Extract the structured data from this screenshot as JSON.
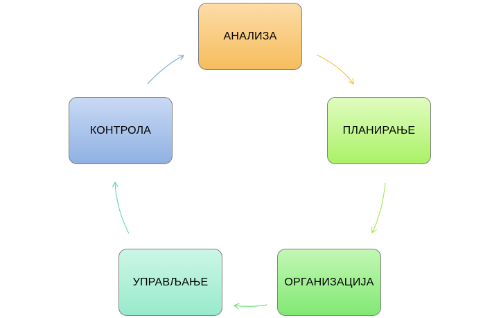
{
  "nodes": [
    {
      "id": "analysis",
      "label": "АНАЛИЗА",
      "gradient": [
        "#fcdca8",
        "#f6bd5c"
      ]
    },
    {
      "id": "planning",
      "label": "ПЛАНИРАЊЕ",
      "gradient": [
        "#e0fcc0",
        "#aaf266"
      ]
    },
    {
      "id": "organizing",
      "label": "ОРГАНИЗАЦИЈА",
      "gradient": [
        "#c2f7b4",
        "#82e874"
      ]
    },
    {
      "id": "managing",
      "label": "УПРАВЉАЊЕ",
      "gradient": [
        "#ccf6e6",
        "#98eacc"
      ]
    },
    {
      "id": "control",
      "label": "КОНТРОЛА",
      "gradient": [
        "#c9d9f4",
        "#8fb1e2"
      ]
    }
  ],
  "arrows": [
    {
      "from": "analysis",
      "to": "planning",
      "color": "#f8c044"
    },
    {
      "from": "planning",
      "to": "organizing",
      "color": "#a8ea50"
    },
    {
      "from": "organizing",
      "to": "managing",
      "color": "#6ee07a"
    },
    {
      "from": "managing",
      "to": "control",
      "color": "#6ed8b2"
    },
    {
      "from": "control",
      "to": "analysis",
      "color": "#7aaed8"
    }
  ]
}
